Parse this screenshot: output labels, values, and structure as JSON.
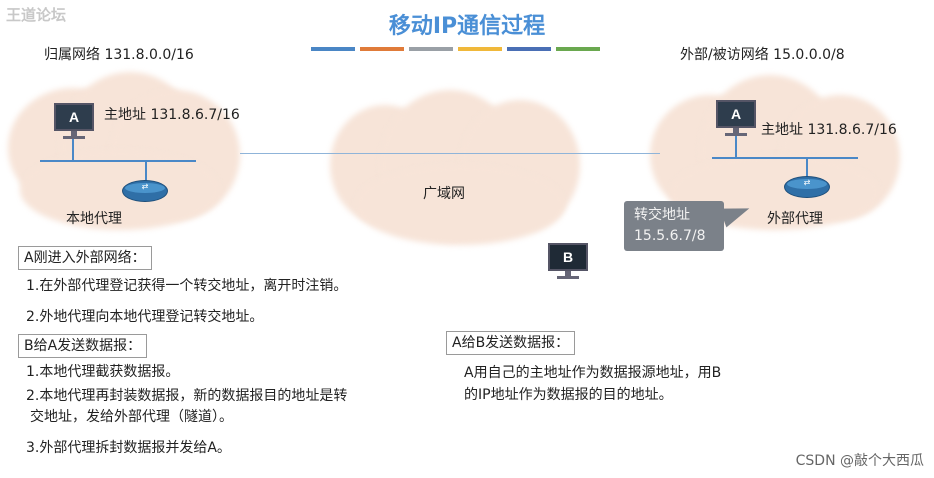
{
  "watermark": "王道论坛",
  "title": "移动IP通信过程",
  "bar_colors": [
    "#4a86c5",
    "#e07b39",
    "#9aa0a6",
    "#f0b83a",
    "#4a6fb5",
    "#6aa84f"
  ],
  "home_network": {
    "label": "归属网络 131.8.0.0/16",
    "host_letter": "A",
    "host_addr": "主地址 131.8.6.7/16",
    "agent": "本地代理"
  },
  "wan": {
    "label": "广域网"
  },
  "foreign_network": {
    "label": "外部/被访网络 15.0.0.0/8",
    "host_letter": "A",
    "host_addr": "主地址 131.8.6.7/16",
    "agent": "外部代理",
    "care_of_title": "转交地址",
    "care_of_addr": "15.5.6.7/8"
  },
  "b_host": {
    "letter": "B"
  },
  "section1": {
    "header": "A刚进入外部网络：",
    "items": [
      "1.在外部代理登记获得一个转交地址，离开时注销。",
      "2.外地代理向本地代理登记转交地址。"
    ]
  },
  "section2": {
    "header": "B给A发送数据报：",
    "items": [
      "1.本地代理截获数据报。",
      "2.本地代理再封装数据报，新的数据报目的地址是转",
      "交地址，发给外部代理（隧道）。",
      "3.外部代理拆封数据报并发给A。"
    ]
  },
  "section3": {
    "header": "A给B发送数据报：",
    "items": [
      "A用自己的主地址作为数据报源地址，用B",
      "的IP地址作为数据报的目的地址。"
    ]
  },
  "footer": "CSDN @敲个大西瓜"
}
